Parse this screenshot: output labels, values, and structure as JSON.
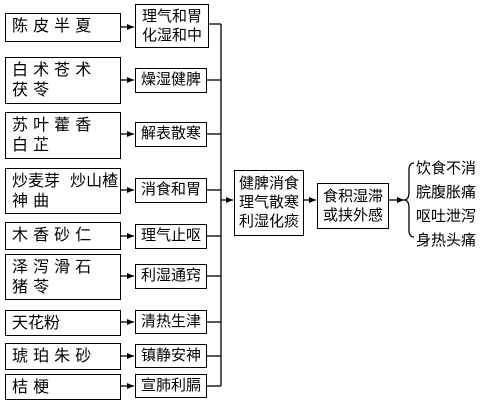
{
  "herbs": [
    "陈 皮 半 夏",
    "白 术 苍 术\n茯 苓",
    "苏 叶 藿 香\n白 芷",
    "炒麦芽  炒山楂\n神 曲",
    "木 香 砂 仁",
    "泽 泻 滑 石\n猪 苓",
    "天花粉",
    "琥 珀 朱 砂",
    "桔 梗"
  ],
  "effects": [
    "理气和胃\n化湿和中",
    "燥湿健脾",
    "解表散寒",
    "消食和胃",
    "理气止呕",
    "利湿通窍",
    "清热生津",
    "镇静安神",
    "宣肺利膈"
  ],
  "summary": "健脾消食\n理气散寒\n利湿化痰",
  "cause": "食积湿滞\n或挟外感",
  "symptoms": [
    "饮食不消",
    "脘腹胀痛",
    "呕吐泄泻",
    "身热头痛"
  ]
}
